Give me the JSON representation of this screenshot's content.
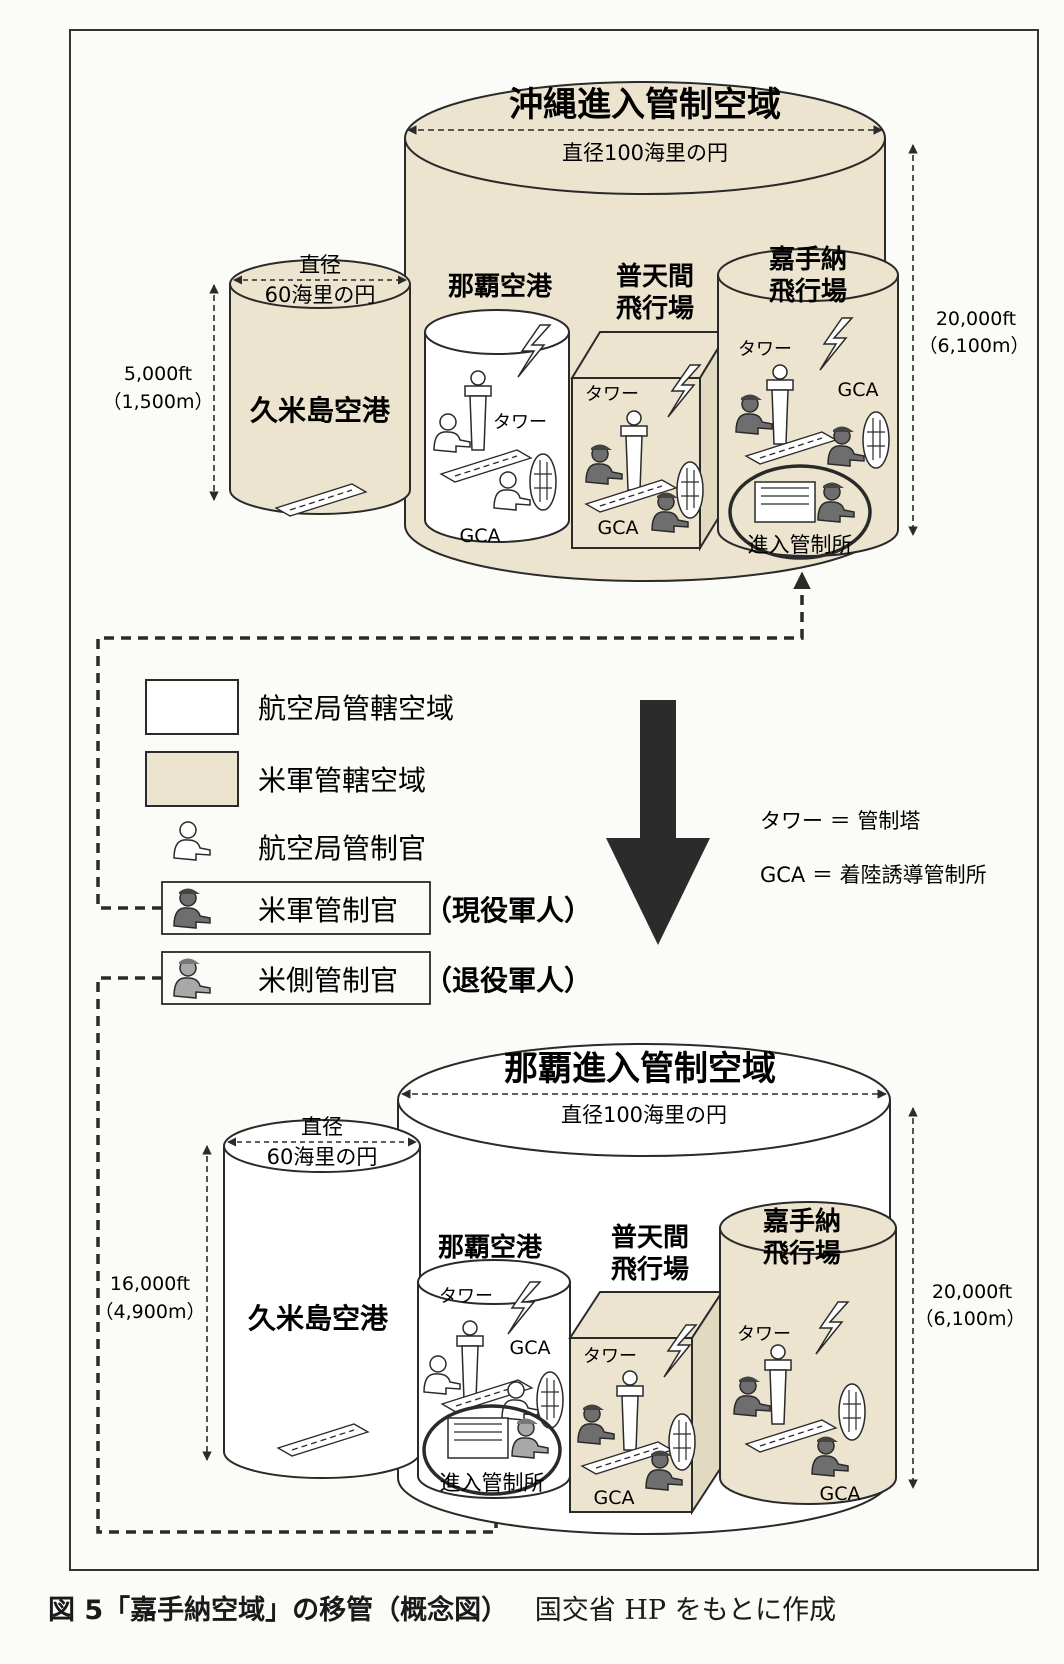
{
  "colors": {
    "us_fill": "#ece4cf",
    "jcab_fill": "#ffffff",
    "ink": "#2a2a2a",
    "us_person": "#6e6e6e",
    "retired_person": "#a8a8a8",
    "arrow": "#2b2b2b"
  },
  "top": {
    "main_title": "沖縄進入管制空域",
    "main_diameter": "直径100海里の円",
    "kume_diameter_1": "直径",
    "kume_diameter_2": "60海里の円",
    "kume_label": "久米島空港",
    "kume_height_1": "5,000ft",
    "kume_height_2": "（1,500m）",
    "main_height_1": "20,000ft",
    "main_height_2": "（6,100m）",
    "naha_label": "那覇空港",
    "futenma_label_1": "普天間",
    "futenma_label_2": "飛行場",
    "kadena_label_1": "嘉手納",
    "kadena_label_2": "飛行場",
    "tower_naha": "タワー",
    "tower_futenma": "タワー",
    "tower_kadena": "タワー",
    "gca_naha": "GCA",
    "gca_futenma": "GCA",
    "gca_kadena": "GCA",
    "approach_label": "進入管制所"
  },
  "legend": {
    "jcab_airspace": "航空局管轄空域",
    "us_airspace": "米軍管轄空域",
    "jcab_controller": "航空局管制官",
    "us_controller": "米軍管制官",
    "us_controller_note": "（現役軍人）",
    "us_side_controller": "米側管制官",
    "us_side_controller_note": "（退役軍人）",
    "def_tower": "タワー ＝ 管制塔",
    "def_gca": "GCA ＝ 着陸誘導管制所"
  },
  "bottom": {
    "main_title": "那覇進入管制空域",
    "main_diameter": "直径100海里の円",
    "kume_diameter_1": "直径",
    "kume_diameter_2": "60海里の円",
    "kume_label": "久米島空港",
    "kume_height_1": "16,000ft",
    "kume_height_2": "（4,900m）",
    "main_height_1": "20,000ft",
    "main_height_2": "（6,100m）",
    "naha_label": "那覇空港",
    "futenma_label_1": "普天間",
    "futenma_label_2": "飛行場",
    "kadena_label_1": "嘉手納",
    "kadena_label_2": "飛行場",
    "tower_naha": "タワー",
    "tower_futenma": "タワー",
    "tower_kadena": "タワー",
    "gca_naha": "GCA",
    "gca_futenma": "GCA",
    "gca_kadena": "GCA",
    "approach_label": "進入管制所"
  },
  "caption": {
    "title": "図 5「嘉手納空域」の移管（概念図）",
    "source": "国交省 HP をもとに作成"
  }
}
